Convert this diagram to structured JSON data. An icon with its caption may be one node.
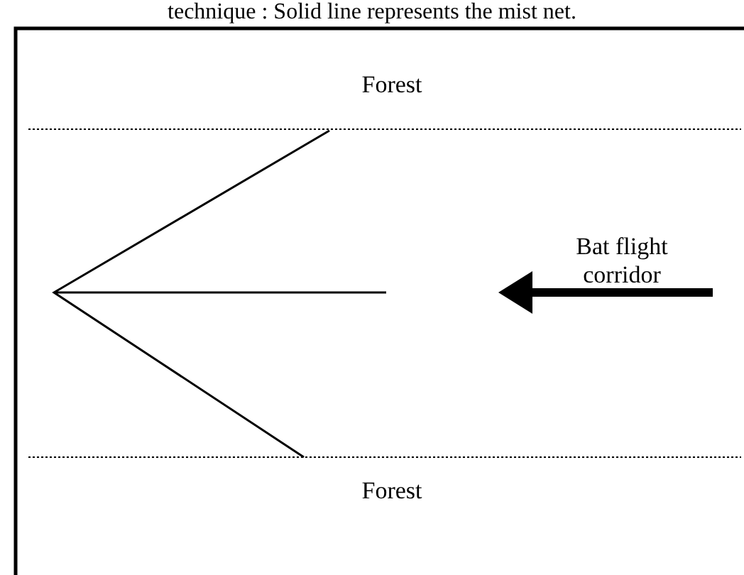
{
  "diagram": {
    "caption": "technique : Solid line represents the mist net.",
    "labels": [
      "Forest",
      "Bat flight corridor",
      "Forest"
    ]
  }
}
